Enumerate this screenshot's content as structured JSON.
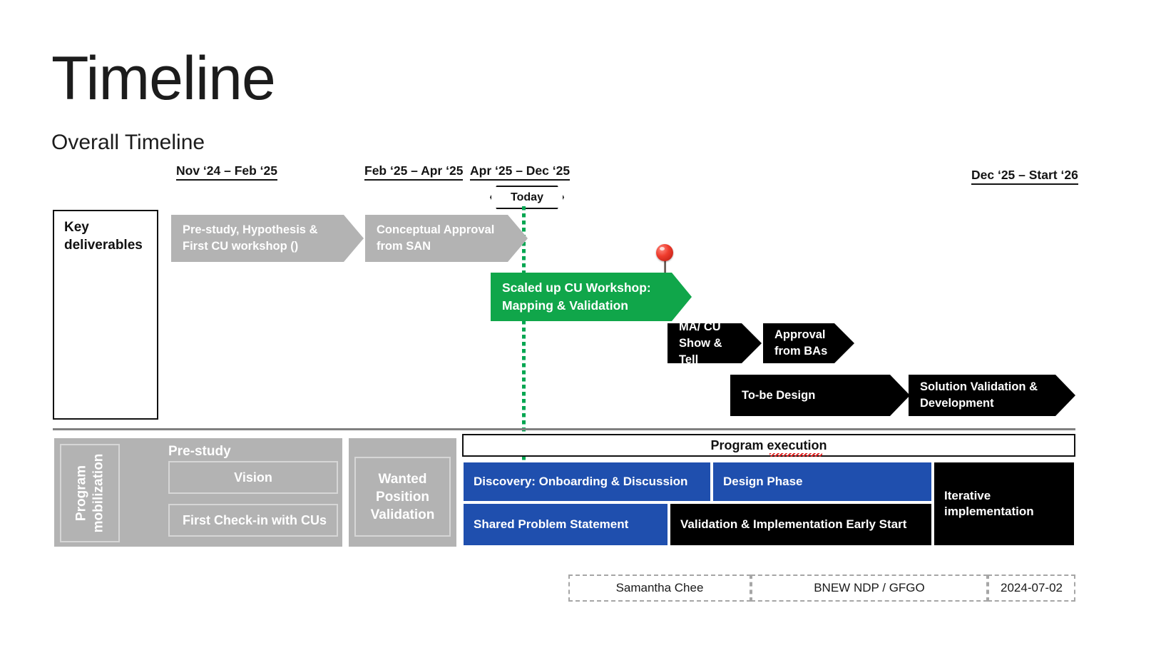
{
  "slide": {
    "title": "Timeline",
    "subtitle": "Overall Timeline"
  },
  "timeline_headers": [
    {
      "label": "Nov ‘24 – Feb ‘25"
    },
    {
      "label": "Feb ‘25 – Apr ‘25"
    },
    {
      "label": "Apr ‘25 – Dec ‘25"
    },
    {
      "label": "Dec ‘25 – Start ‘26"
    }
  ],
  "today_marker": {
    "label": "Today"
  },
  "key_deliverables": {
    "box_label": "Key\ndeliverables",
    "items": [
      {
        "label": "Pre-study, Hypothesis &\nFirst CU workshop ()",
        "color": "#b3b3b3"
      },
      {
        "label": "Conceptual Approval\nfrom SAN",
        "color": "#b3b3b3"
      },
      {
        "label": "Scaled up CU Workshop:\nMapping & Validation",
        "color": "#10a64a"
      },
      {
        "label": "MA/ CU\nShow & Tell",
        "color": "#000000"
      },
      {
        "label": "Approval\nfrom BAs",
        "color": "#000000"
      },
      {
        "label": "To-be Design",
        "color": "#000000"
      },
      {
        "label": "Solution Validation &\nDevelopment",
        "color": "#000000"
      }
    ]
  },
  "mobilization": {
    "lane_label": "Program\nmobilization",
    "prestudy_label": "Pre-study",
    "vision_label": "Vision",
    "checkin_label": "First Check-in with CUs",
    "wanted_label": "Wanted\nPosition\nValidation"
  },
  "execution": {
    "header": "Program execution",
    "blocks": [
      {
        "label": "Discovery: Onboarding & Discussion",
        "color": "#1f4fae"
      },
      {
        "label": "Design Phase",
        "color": "#1f4fae"
      },
      {
        "label": "Shared Problem Statement",
        "color": "#1f4fae"
      },
      {
        "label": "Validation & Implementation Early Start",
        "color": "#000000"
      },
      {
        "label": "Iterative\nimplementation",
        "color": "#000000"
      }
    ]
  },
  "footer": {
    "author": "Samantha Chee",
    "project": "BNEW NDP / GFGO",
    "date": "2024-07-02"
  },
  "colors": {
    "green": "#10a64a",
    "blue": "#1f4fae",
    "gray": "#b3b3b3",
    "black": "#000000",
    "pin_red": "#ef3c2d"
  }
}
